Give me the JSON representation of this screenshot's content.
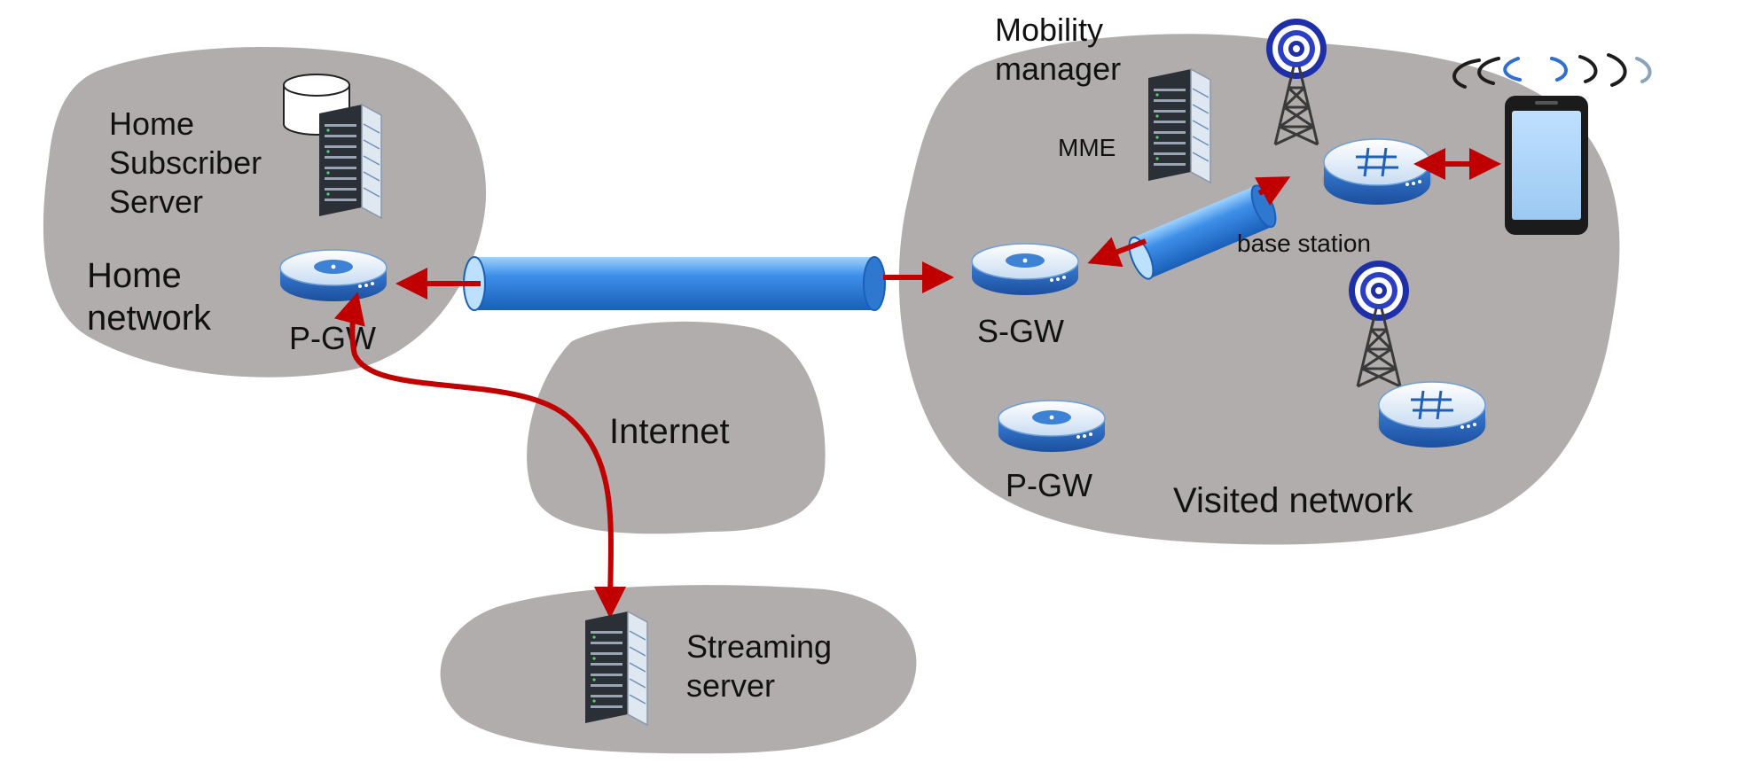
{
  "colors": {
    "cloud": "#b1adad",
    "arrow": "#c00000",
    "tunnel": "#2a7fdc",
    "device_blue": "#3e82d6",
    "server_dark": "#2b2f36"
  },
  "labels": {
    "home_subscriber_server": [
      "Home",
      "Subscriber",
      "Server"
    ],
    "home_network": [
      "Home",
      "network"
    ],
    "home_pgw": "P-GW",
    "internet": "Internet",
    "streaming_server": [
      "Streaming",
      "server"
    ],
    "mobility_manager": [
      "Mobility",
      "manager"
    ],
    "mme": "MME",
    "base_station": "base station",
    "sgw": "S-GW",
    "visited_pgw": "P-GW",
    "visited_network": "Visited network"
  },
  "icons": {
    "database": "database-icon",
    "server_rack": "server-rack-icon",
    "router": "router-icon",
    "base_station_router": "base-station-router-icon",
    "cell_tower": "cell-tower-icon",
    "tunnel": "tunnel-icon",
    "phone": "phone-icon",
    "radio_waves": "radio-waves-icon"
  }
}
